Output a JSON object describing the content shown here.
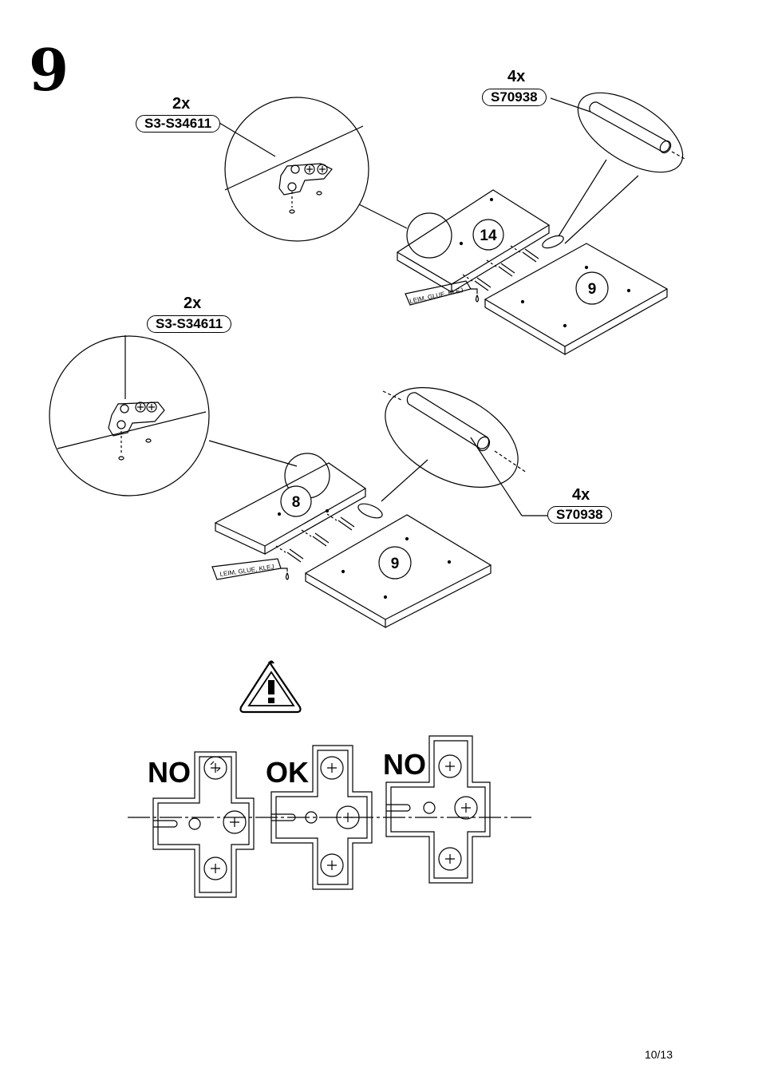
{
  "step_number": "9",
  "top_assembly": {
    "hinge_callout": {
      "quantity": "2x",
      "part_code": "S3-S34611"
    },
    "dowel_callout": {
      "quantity": "4x",
      "part_code": "S70938"
    },
    "panel_upper": "14",
    "panel_lower": "9",
    "glue_label": "LEIM, GLUE, KLEJ"
  },
  "bottom_assembly": {
    "hinge_callout": {
      "quantity": "2x",
      "part_code": "S3-S34611"
    },
    "dowel_callout": {
      "quantity": "4x",
      "part_code": "S70938"
    },
    "panel_upper": "8",
    "panel_lower": "9",
    "glue_label": "LEIM, GLUE, KLEJ"
  },
  "warning": {
    "icon": "warning-triangle-icon",
    "examples": [
      {
        "verdict": "NO"
      },
      {
        "verdict": "OK"
      },
      {
        "verdict": "NO"
      }
    ]
  },
  "page_number": "10/13"
}
